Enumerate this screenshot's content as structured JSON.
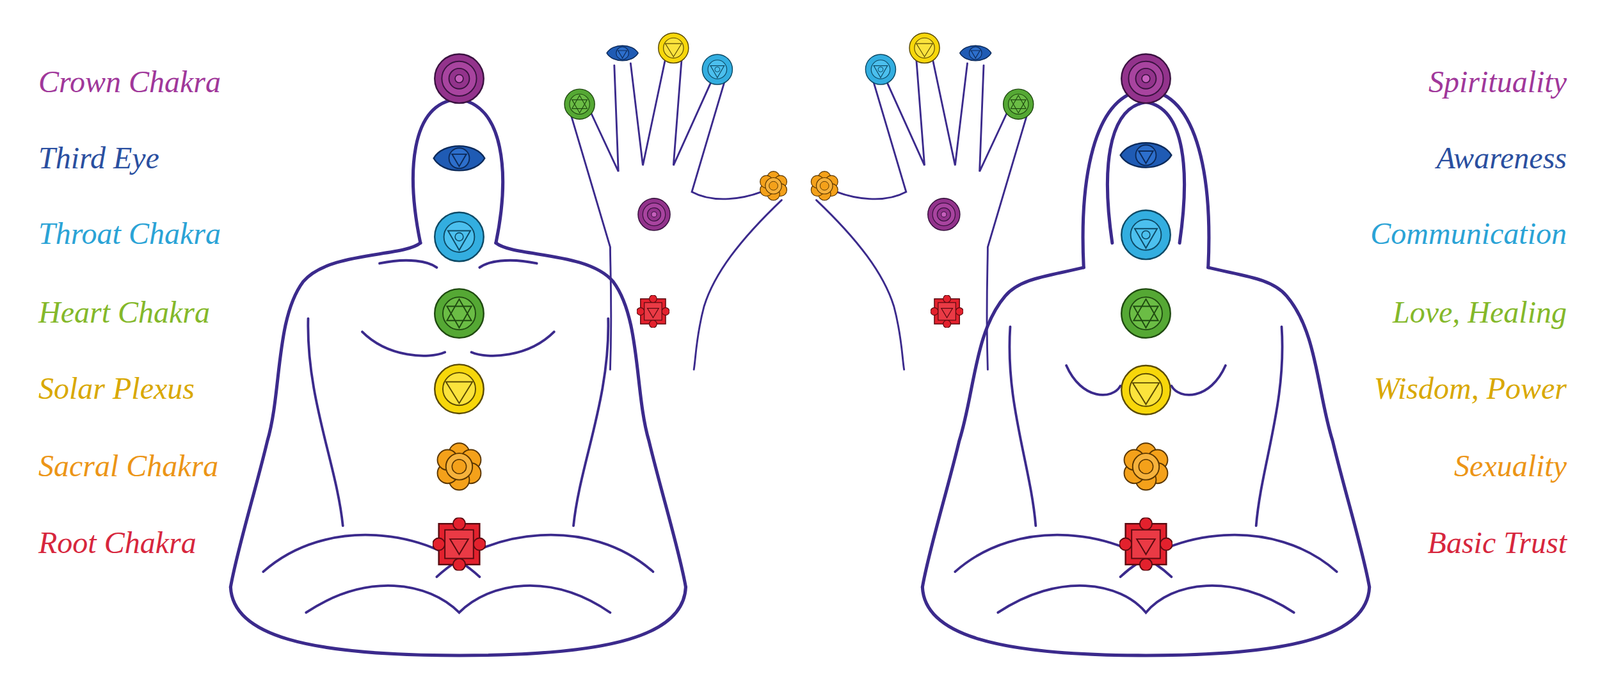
{
  "diagram": {
    "labels": [
      "Crown Chakra",
      "Spirituality",
      "Third Eye",
      "Awareness",
      "Throat Chakra",
      "Communication",
      "Heart Chakra",
      "Love, Healing",
      "Solar Plexus",
      "Wisdom, Power",
      "Sacral Chakra",
      "Sexuality",
      "Root Chakra",
      "Basic Trust"
    ]
  }
}
